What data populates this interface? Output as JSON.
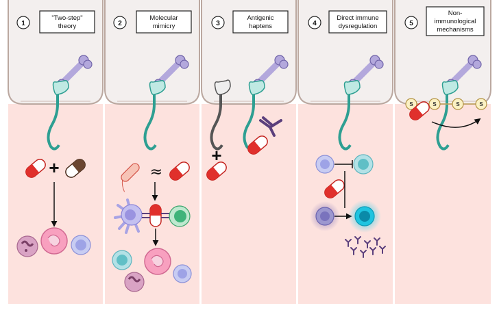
{
  "panels": [
    {
      "number": "1",
      "title_lines": [
        "\"Two-step\"",
        "theory"
      ]
    },
    {
      "number": "2",
      "title_lines": [
        "Molecular",
        "mimicry"
      ]
    },
    {
      "number": "3",
      "title_lines": [
        "Antigenic",
        "haptens"
      ]
    },
    {
      "number": "4",
      "title_lines": [
        "Direct immune",
        "dysregulation"
      ]
    },
    {
      "number": "5",
      "title_lines": [
        "Non-",
        "immunological",
        "mechanisms"
      ]
    }
  ],
  "plus_sign": "+",
  "approximately_sign": "≈",
  "disulfide_label": "S",
  "colors": {
    "cell_membrane": "#f2ecec",
    "membrane_border": "#bba8a0",
    "cytoplasm": "#fde2de",
    "hla_purple": "#b3a8dc",
    "tcr_teal": "#2e9f92",
    "pill_red": "#e0302c",
    "pill_brown": "#6b4530",
    "cell_blue": "#a3a8e6",
    "cell_teal": "#60bfc6",
    "cell_green": "#3fb37a",
    "cell_pink": "#f39cb7",
    "antibody": "#5b3f7c"
  }
}
